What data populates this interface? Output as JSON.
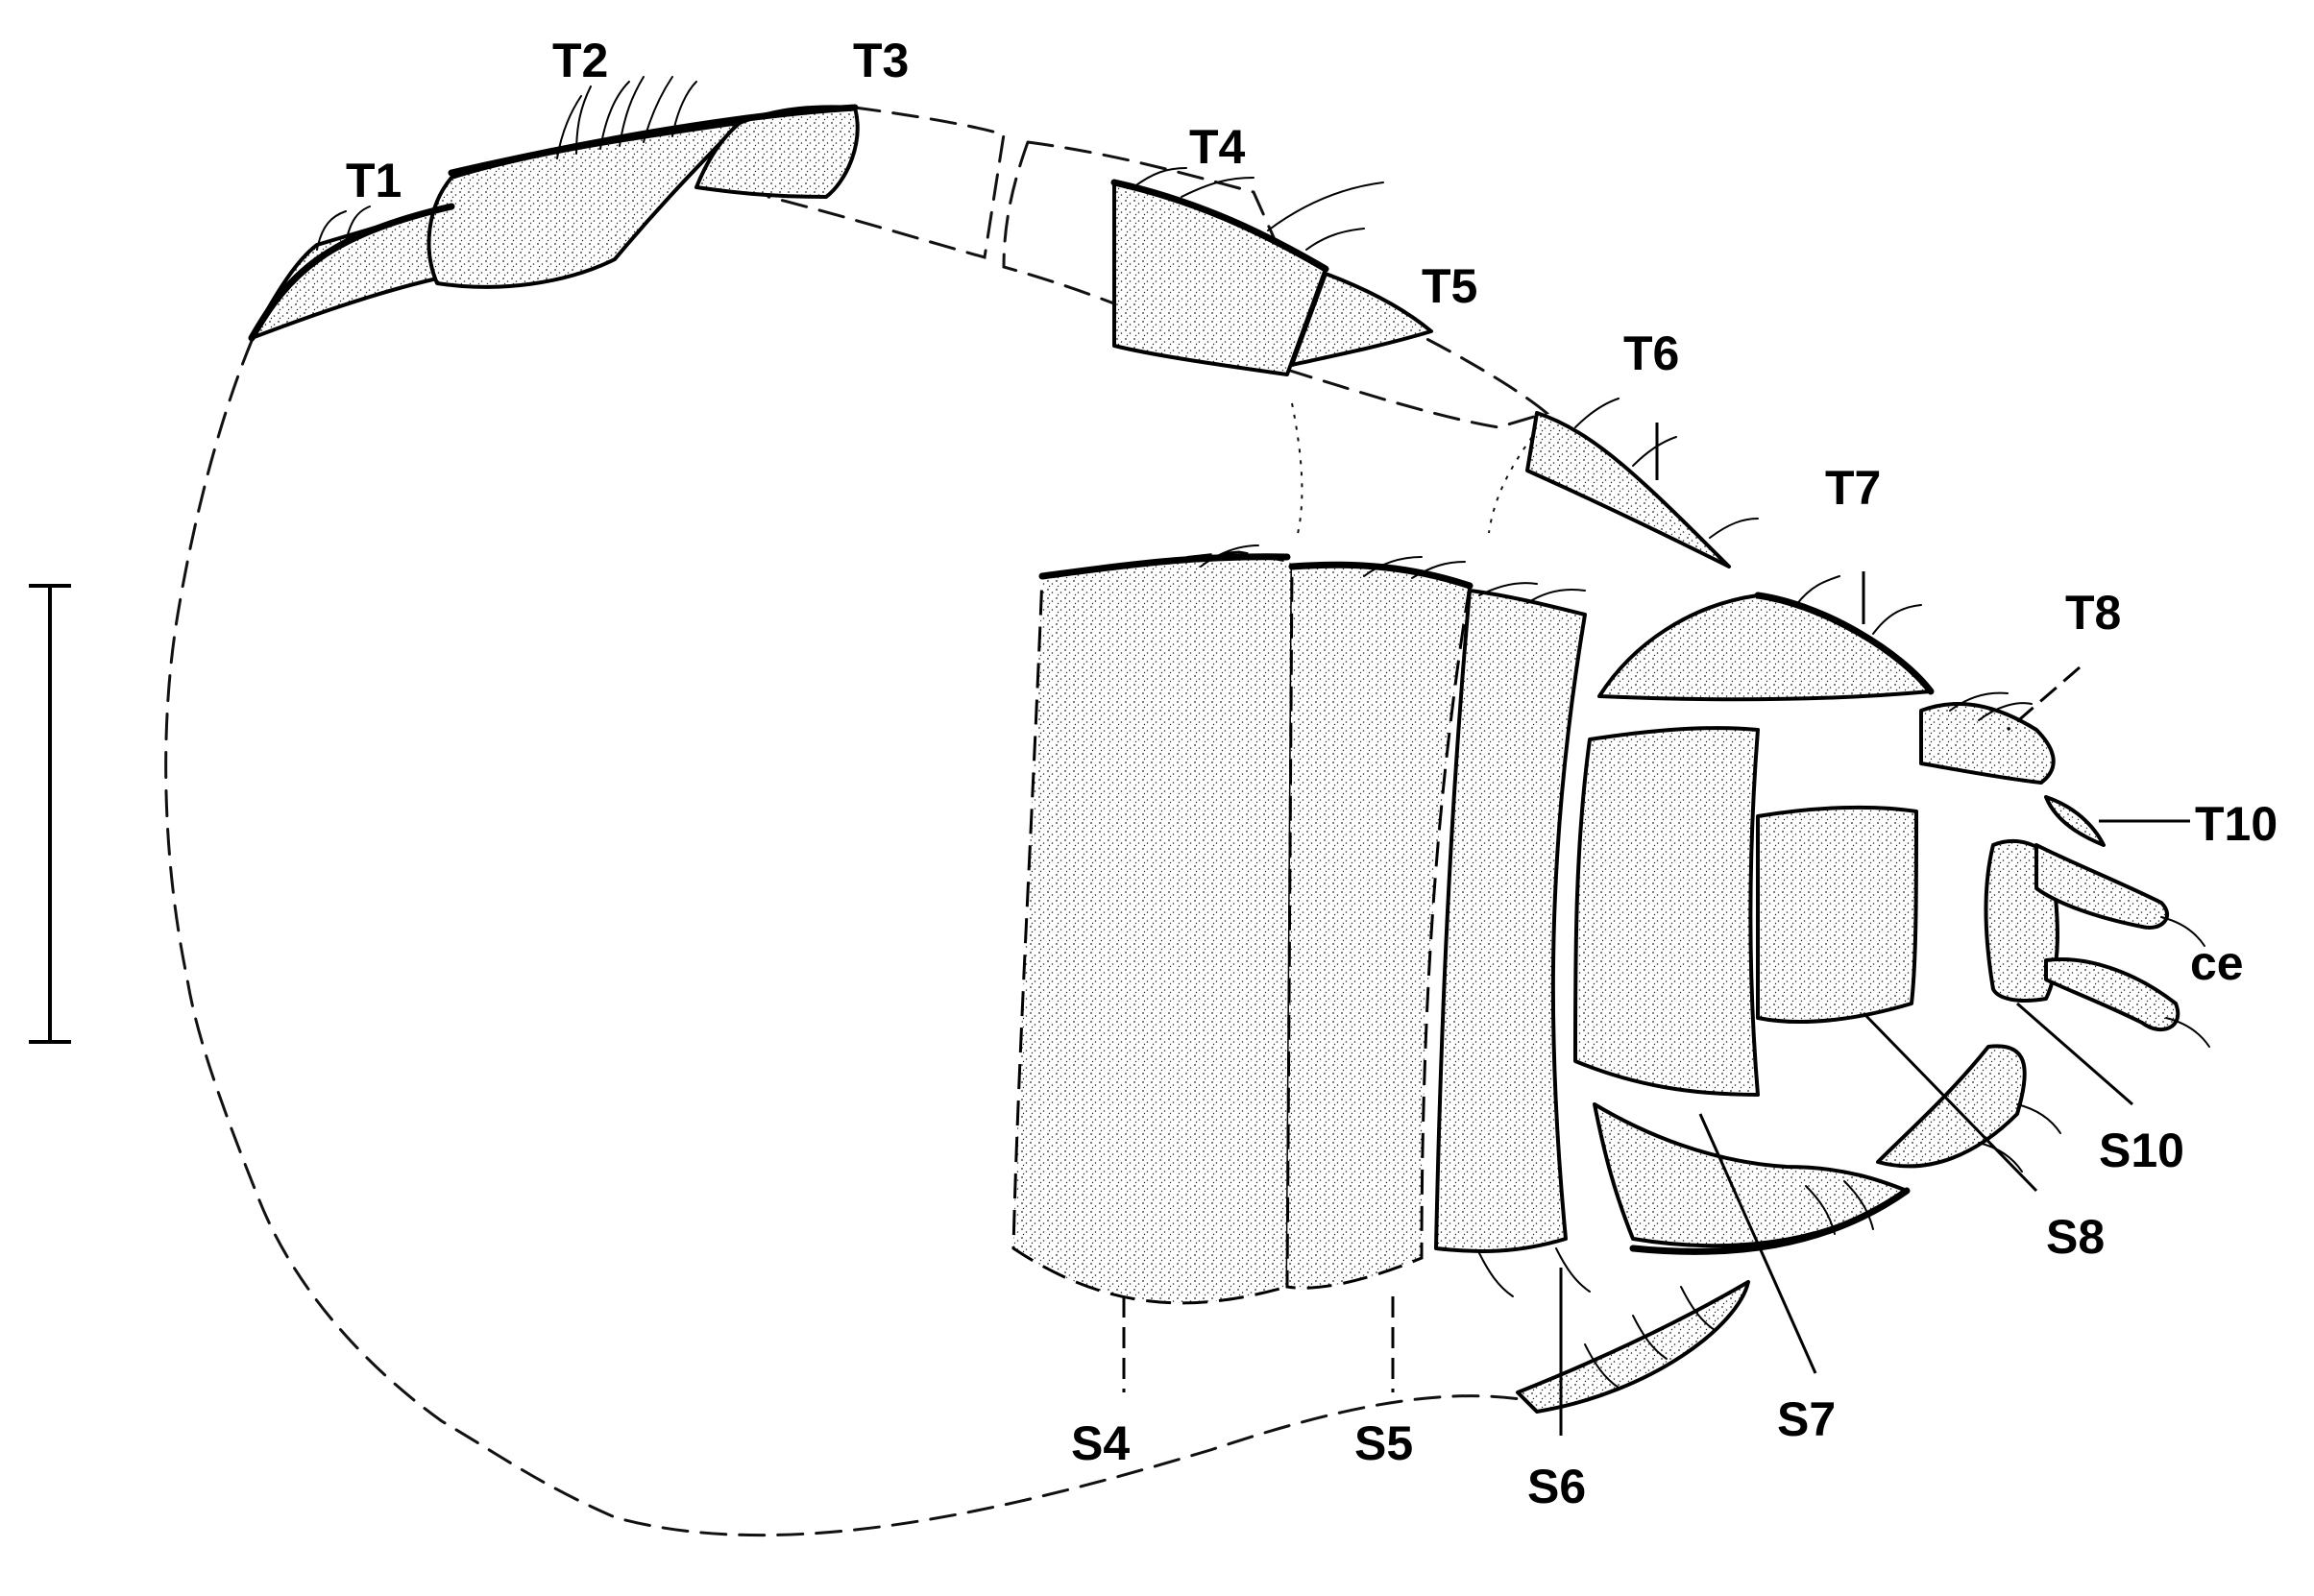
{
  "figure": {
    "labels": {
      "T1": "T1",
      "T2": "T2",
      "T3": "T3",
      "T4": "T4",
      "T5": "T5",
      "T6": "T6",
      "T7": "T7",
      "T8": "T8",
      "T10": "T10",
      "ce": "ce",
      "S4": "S4",
      "S5": "S5",
      "S6": "S6",
      "S7": "S7",
      "S8": "S8",
      "S10": "S10"
    }
  }
}
